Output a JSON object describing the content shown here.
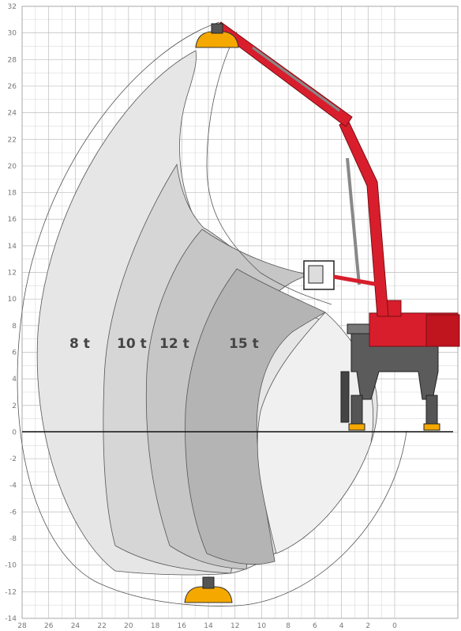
{
  "chart_data": {
    "type": "diagram",
    "x_ticks": [
      "28",
      "26",
      "24",
      "22",
      "20",
      "18",
      "16",
      "14",
      "12",
      "10",
      "8",
      "6",
      "4",
      "2",
      "0"
    ],
    "y_ticks": [
      "32",
      "30",
      "28",
      "26",
      "24",
      "22",
      "20",
      "18",
      "16",
      "14",
      "12",
      "10",
      "8",
      "6",
      "4",
      "2",
      "0",
      "-2",
      "-4",
      "-6",
      "-8",
      "-10",
      "-12",
      "-14"
    ],
    "x_range": [
      28,
      0
    ],
    "y_range": [
      -14,
      32
    ],
    "grid": true,
    "zones": [
      {
        "label": "8 t",
        "shade": "#e3e3e3"
      },
      {
        "label": "10 t",
        "shade": "#d3d3d3"
      },
      {
        "label": "12 t",
        "shade": "#c2c2c2"
      },
      {
        "label": "15 t",
        "shade": "#b0b0b0"
      }
    ],
    "colors": {
      "machine": "#d81e2c",
      "grab": "#f5a800",
      "undercarriage": "#5b5b5b",
      "grid": "#bdbdbd",
      "outline": "#555555"
    }
  }
}
